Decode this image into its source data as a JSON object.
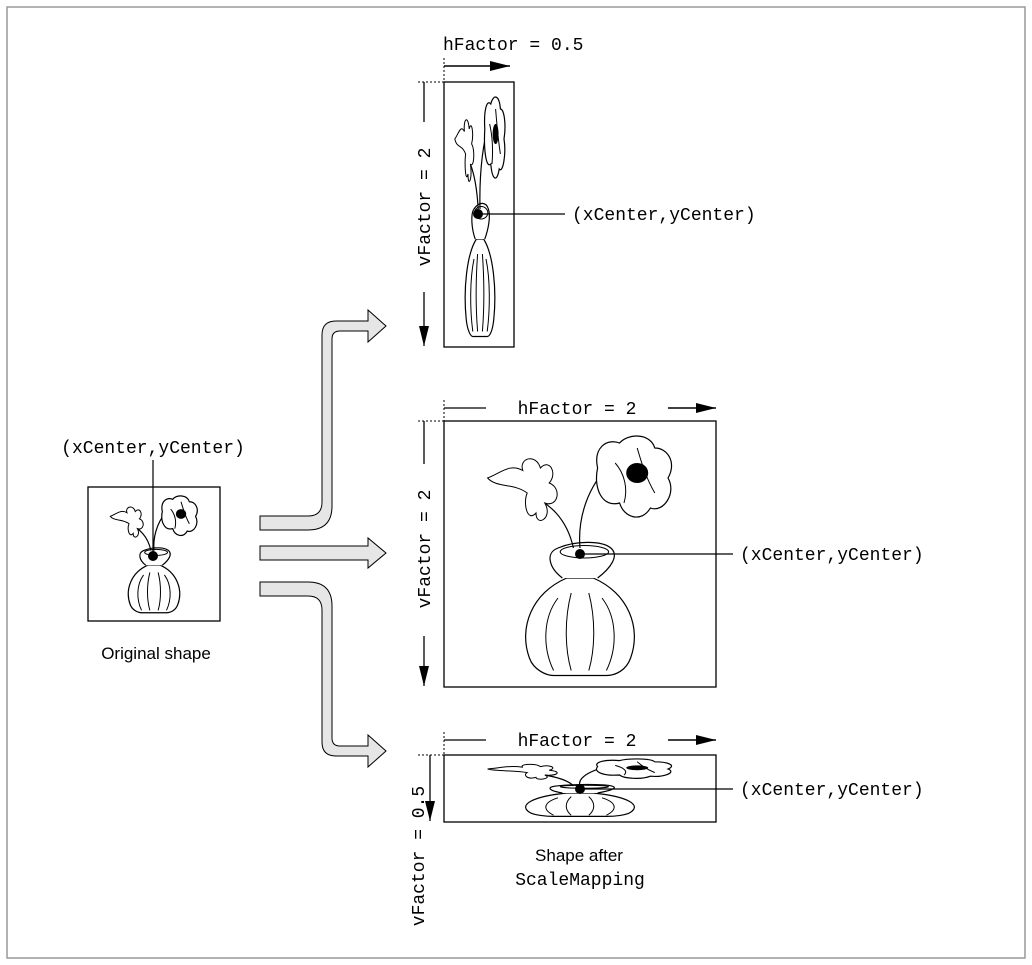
{
  "original": {
    "center_label": "(xCenter,yCenter)",
    "caption": "Original shape"
  },
  "tall": {
    "h_label": "hFactor = 0.5",
    "v_label": "vFactor = 2",
    "center_label": "(xCenter,yCenter)"
  },
  "large": {
    "h_label": "hFactor = 2",
    "v_label": "vFactor = 2",
    "center_label": "(xCenter,yCenter)"
  },
  "wide": {
    "h_label": "hFactor = 2",
    "v_label": "vFactor = 0.5",
    "center_label": "(xCenter,yCenter)"
  },
  "result_caption": {
    "line1": "Shape after",
    "line2": "ScaleMapping"
  },
  "colors": {
    "frame": "#999999",
    "arrow_fill": "#e6e6e6",
    "ink": "#000000"
  },
  "icons": [
    "flower-vase-illustration",
    "transform-arrow-icon",
    "dimension-arrow-icon",
    "center-point-icon"
  ]
}
